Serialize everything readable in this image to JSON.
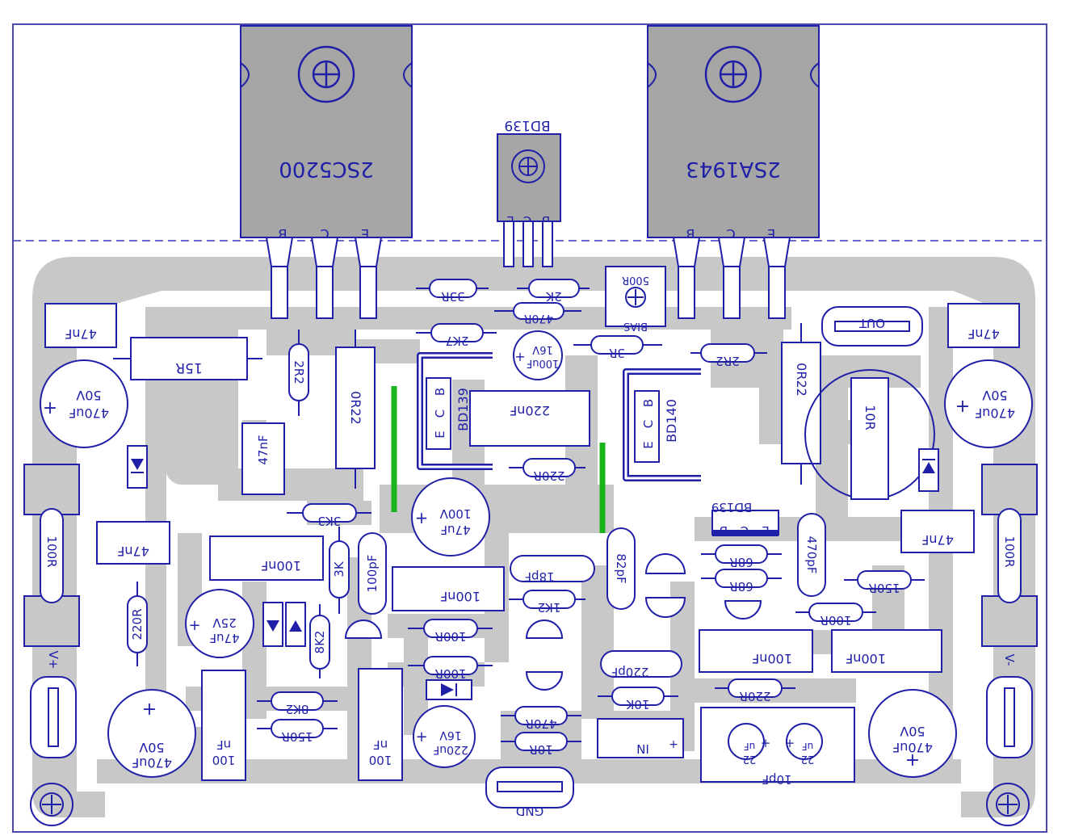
{
  "transistors": {
    "q1": {
      "label": "2SC5200",
      "pins": [
        "B",
        "C",
        "E"
      ]
    },
    "q2": {
      "label": "2SA1943",
      "pins": [
        "B",
        "C",
        "E"
      ]
    },
    "q3": {
      "label": "BD139",
      "pins": [
        "B",
        "C",
        "E"
      ]
    },
    "q4": {
      "label": "BD139",
      "pins": [
        "E",
        "C",
        "B"
      ]
    },
    "q5": {
      "label": "BD140",
      "pins": [
        "E",
        "C",
        "B"
      ]
    },
    "q6": {
      "label": "BD139",
      "pins": [
        "E",
        "C",
        "B"
      ]
    }
  },
  "resistors": {
    "r33": "33R",
    "r2k": "2K",
    "r470": "470R",
    "r2k7": "2K7",
    "r3r": "3R",
    "r15r": "15R",
    "r2r2a": "2R2",
    "r0r22a": "0R22",
    "r2r2b": "2R2",
    "r0r22b": "0R22",
    "r10r": "10R",
    "r220": "220R",
    "r3k3": "3K3",
    "r3k": "3K",
    "r100r_l": "100R",
    "r220r_l": "220R",
    "r8k2v": "8K2",
    "r8k2h": "8K2",
    "r150": "150R",
    "r100a": "100R",
    "r100b": "100R",
    "r1k2": "1K2",
    "r470b": "470R",
    "r10rb": "10R",
    "r10k": "10K",
    "r68a": "68R",
    "r68b": "68R",
    "r150b": "150R",
    "r100c": "100R",
    "r220c": "220R",
    "r100r_r": "100R"
  },
  "capacitors": {
    "c47l1": "47nF",
    "c47r1": "47nF",
    "c47m": "47nF",
    "c47l2": "47nF",
    "c47r2": "47nF",
    "c220nf": "220nF",
    "c100nfa": "100nF",
    "c100nfb": "100nF",
    "c100nfc": "100nF",
    "c100nfd": "100nF",
    "c100pf": "100pF",
    "c18pf": "18pF",
    "c82pf": "82pF",
    "c470pf": "470pF",
    "c220pf": "220pF",
    "c10pf": "10pF",
    "c100nf_l": [
      "100",
      "nF"
    ],
    "c100nf_m": [
      "100",
      "nF"
    ],
    "e470l": [
      "470uF",
      "50V"
    ],
    "e470r": [
      "470uF",
      "50V"
    ],
    "e470bl": [
      "470uF",
      "50V"
    ],
    "e470br": [
      "470uF",
      "50V"
    ],
    "e100a": [
      "100uF",
      "16V"
    ],
    "e47": [
      "47uF",
      "100V"
    ],
    "e47b": [
      "47uF",
      "25V"
    ],
    "e220": [
      "220uF",
      "16V"
    ],
    "e22a": [
      "22",
      "uF"
    ],
    "e22b": [
      "22",
      "uF"
    ]
  },
  "pads": {
    "out": "OUT",
    "gnd": "GND",
    "in": "IN",
    "vplus": "V+",
    "vminus": "V-",
    "in_plus": "+",
    "bias": "BIAS",
    "bias_val": "500R"
  },
  "colors": {
    "trace": "#c8c8c8",
    "ink": "#1f1fa8",
    "heatsink": "#a6a6a6",
    "jumper": "#19b419"
  }
}
